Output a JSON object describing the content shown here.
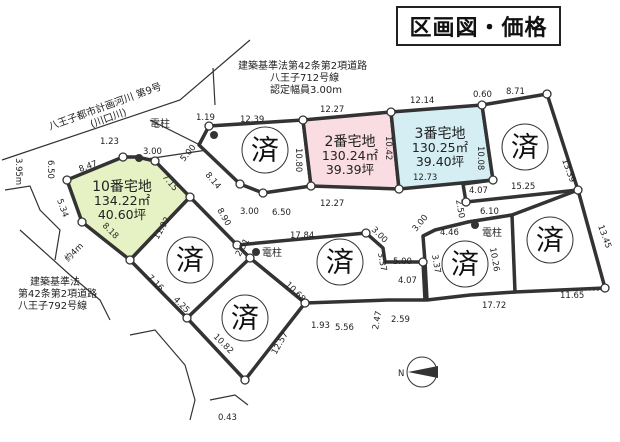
{
  "title": "区画図・価格",
  "colors": {
    "lot10": "#e6f2c4",
    "lot2": "#f9dde2",
    "lot3": "#d4eef4",
    "line": "#333333"
  },
  "river": {
    "line1": "八王子都市計画河川 第9号",
    "line2": "(川口川)"
  },
  "road_north": {
    "line1": "建築基準法第42条第2項道路",
    "line2": "八王子712号線",
    "line3": "認定幅員3.00m"
  },
  "road_west": {
    "line1": "建築基準法",
    "line2": "第42条第2項道路",
    "line3": "八王子792号線"
  },
  "road_widths": {
    "w1": "3.95m",
    "w2": "約4m"
  },
  "pole_label": "電柱",
  "sold_label": "済",
  "lots": {
    "lot10": {
      "name": "10番宅地",
      "area": "134.22㎡",
      "tsubo": "40.60坪"
    },
    "lot2": {
      "name": "2番宅地",
      "area": "130.24㎡",
      "tsubo": "39.39坪"
    },
    "lot3": {
      "name": "3番宅地",
      "area": "130.25㎡",
      "tsubo": "39.40坪"
    }
  },
  "dimensions": [
    "6.50",
    "1.23",
    "8.47",
    "3.00",
    "1.19",
    "12.39",
    "12.27",
    "12.14",
    "0.60",
    "8.71",
    "13.39",
    "10.80",
    "10.42",
    "10.08",
    "5.00",
    "7.15",
    "5.34",
    "8.14",
    "3.00",
    "6.50",
    "12.27",
    "12.73",
    "4.07",
    "15.25",
    "2.50",
    "6.10",
    "8.18",
    "11.92",
    "8.90",
    "17.84",
    "3.00",
    "3.00",
    "4.46",
    "10.26",
    "13.45",
    "2.51",
    "3.37",
    "3.37",
    "5.00",
    "4.07",
    "7.16",
    "4.25",
    "10.68",
    "1.93",
    "5.56",
    "2.47",
    "2.59",
    "17.72",
    "11.65",
    "10.82",
    "12.57",
    "0.43"
  ]
}
